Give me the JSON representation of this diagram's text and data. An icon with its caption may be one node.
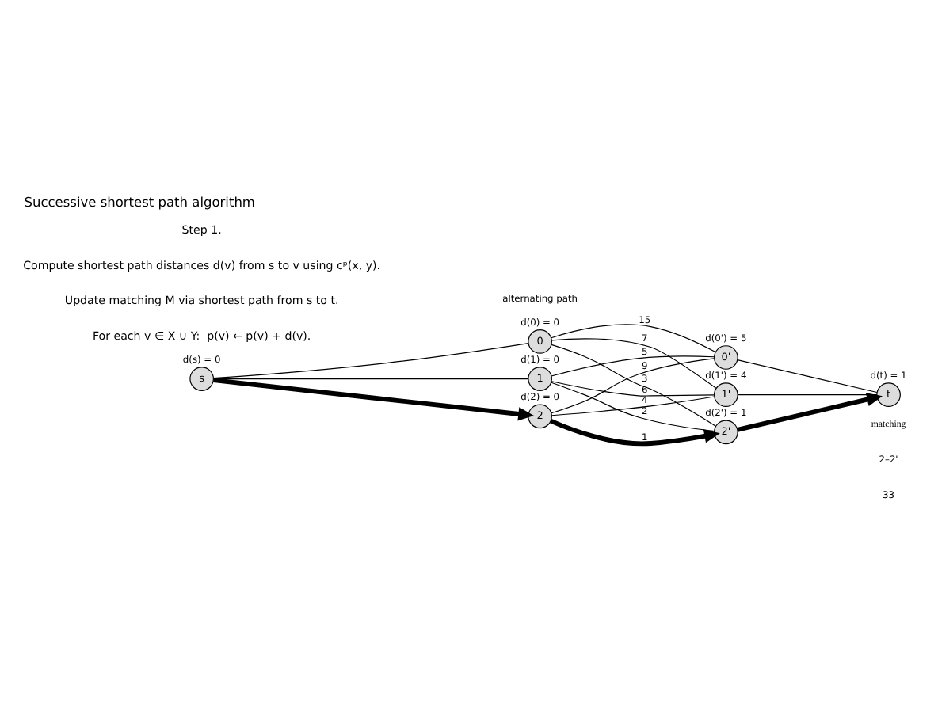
{
  "diagram": {
    "title": "Successive shortest path algorithm",
    "nodes": [
      {
        "text": [
          "s"
        ],
        "beside": [
          "d(s) = 0"
        ]
      },
      {
        "text": [
          "0"
        ],
        "beside": [
          "d(0) = 0"
        ]
      },
      {
        "text": [
          "1"
        ],
        "beside": [
          "d(1) = 0"
        ]
      },
      {
        "text": [
          "2"
        ],
        "beside": [
          "d(2) = 0"
        ]
      },
      {
        "text": [
          "0'"
        ],
        "beside": [
          "d(0') = 5"
        ]
      },
      {
        "text": [
          "1'"
        ],
        "beside": [
          "d(1') = 4"
        ]
      },
      {
        "text": [
          "2'"
        ],
        "beside": [
          "d(2') = 1"
        ]
      },
      {
        "text": [
          "t"
        ],
        "beside": [
          "d(t) = 1"
        ]
      }
    ],
    "edges": [
      {
        "from": 0,
        "to": 1,
        "arrow": "none"
      },
      {
        "from": 0,
        "to": 2,
        "arrow": "none"
      },
      {
        "from": 0,
        "to": 3,
        "arrow": "to",
        "style": "thick"
      },
      {
        "from": 1,
        "to": 4,
        "arrow": "none",
        "label": "15"
      },
      {
        "from": 1,
        "to": 5,
        "arrow": "none",
        "label": "7"
      },
      {
        "from": 1,
        "to": 6,
        "arrow": "none",
        "label": "3"
      },
      {
        "from": 2,
        "to": 4,
        "arrow": "none",
        "label": "5"
      },
      {
        "from": 2,
        "to": 5,
        "arrow": "none",
        "label": "6"
      },
      {
        "from": 2,
        "to": 6,
        "arrow": "none",
        "label": "2"
      },
      {
        "from": 3,
        "to": 4,
        "arrow": "none",
        "label": "9"
      },
      {
        "from": 3,
        "to": 5,
        "arrow": "none",
        "label": "4"
      },
      {
        "from": 3,
        "to": 6,
        "arrow": "to",
        "style": "thick",
        "label": "1"
      },
      {
        "from": 4,
        "to": 7,
        "arrow": "none"
      },
      {
        "from": 5,
        "to": 7,
        "arrow": "none"
      },
      {
        "from": 6,
        "to": 7,
        "arrow": "to",
        "style": "thick"
      }
    ],
    "labels": [
      "Step 1.",
      "Compute shortest path distances d(v) from s to v using cᵖ(x, y).",
      "Update matching M via shortest path from s to t.",
      "For each v ∈ X ∪ Y:  p(v) ← p(v) + d(v).",
      "alternating path",
      "matching",
      "2–2'",
      "33"
    ]
  }
}
